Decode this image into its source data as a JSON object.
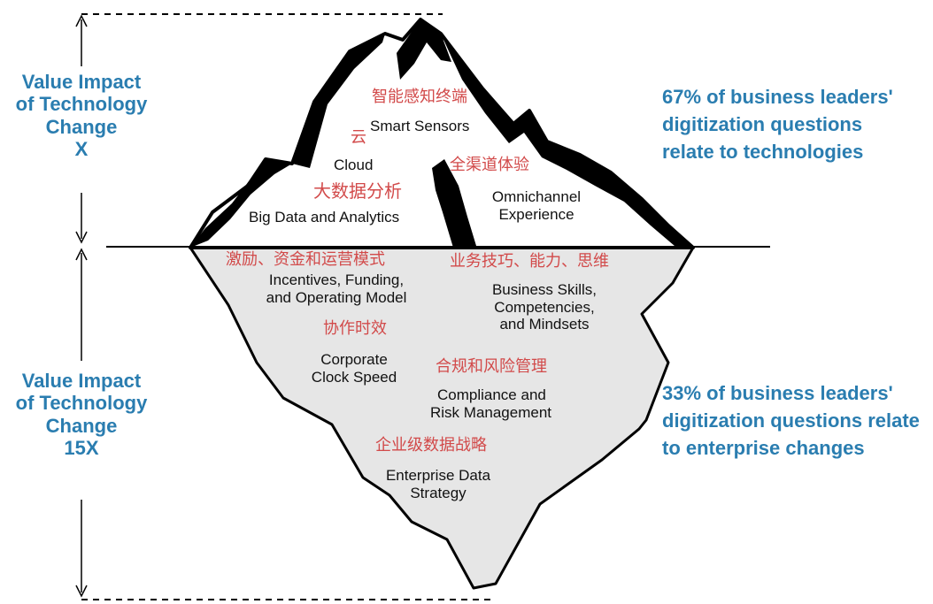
{
  "left_labels": {
    "above": [
      "Value Impact",
      "of Technology",
      "Change",
      "X"
    ],
    "below": [
      "Value Impact",
      "of Technology",
      "Change",
      "15X"
    ]
  },
  "right_notes": {
    "above": [
      "67% of business leaders'",
      "digitization questions",
      "relate to technologies"
    ],
    "below": [
      "33% of business leaders'",
      "digitization questions relate",
      "to enterprise changes"
    ]
  },
  "above_water": {
    "smart_sensors": {
      "zh": "智能感知终端",
      "en": "Smart Sensors"
    },
    "cloud": {
      "zh": "云",
      "en": "Cloud"
    },
    "big_data": {
      "zh": "大数据分析",
      "en": "Big Data and Analytics"
    },
    "omnichannel": {
      "zh": "全渠道体验",
      "en": [
        "Omnichannel",
        "Experience"
      ]
    }
  },
  "below_water": {
    "incentives": {
      "zh": "激励、资金和运营模式",
      "en": [
        "Incentives, Funding,",
        "and Operating Model"
      ]
    },
    "business_skills": {
      "zh": "业务技巧、能力、思维",
      "en": [
        "Business Skills,",
        "Competencies,",
        "and Mindsets"
      ]
    },
    "clock_speed": {
      "zh": "协作时效",
      "en": [
        "Corporate",
        "Clock Speed"
      ]
    },
    "compliance": {
      "zh": "合规和风险管理",
      "en": [
        "Compliance and",
        "Risk Management"
      ]
    },
    "data_strategy": {
      "zh": "企业级数据战略",
      "en": [
        "Enterprise Data",
        "Strategy"
      ]
    }
  },
  "colors": {
    "accent_blue": "#2a7db0",
    "chinese_red": "#d24a4a",
    "submerged_fill": "#e6e6e6"
  }
}
